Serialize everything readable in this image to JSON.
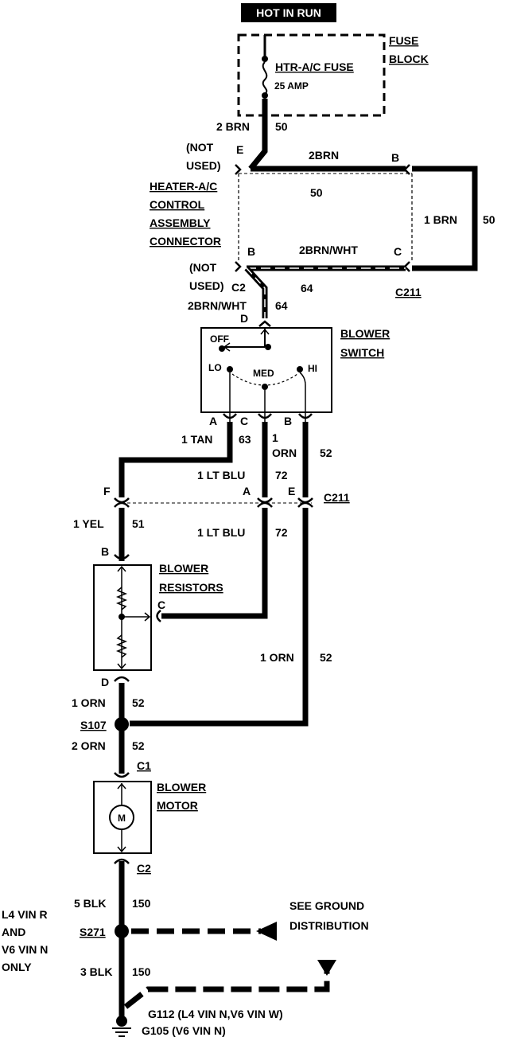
{
  "header": {
    "hot_in_run": "HOT IN RUN"
  },
  "fuse_block": {
    "title_line1": "FUSE",
    "title_line2": "BLOCK",
    "fuse_name": "HTR-A/C FUSE",
    "fuse_rating": "25 AMP"
  },
  "wire_fuse_out": {
    "size_color": "2 BRN",
    "circuit": "50"
  },
  "control_assembly": {
    "title": [
      "HEATER-A/C",
      "CONTROL",
      "ASSEMBLY",
      "CONNECTOR"
    ],
    "not_used_1": [
      "(NOT",
      "USED)"
    ],
    "not_used_2": [
      "(NOT",
      "USED)"
    ],
    "pin_e": "E",
    "pin_b_left": "B",
    "pin_b_right": "B",
    "pin_c": "C",
    "c2": "C2",
    "c211": "C211",
    "top_wire": "2BRN",
    "top_circuit": "50",
    "bottom_wire": "2BRN/WHT",
    "bottom_circuit": "64",
    "loop_wire": "1 BRN",
    "loop_circuit": "50"
  },
  "switch_feed": {
    "wire": "2BRN/WHT",
    "circuit": "64",
    "pin_d": "D"
  },
  "blower_switch": {
    "title_line1": "BLOWER",
    "title_line2": "SWITCH",
    "off": "OFF",
    "lo": "LO",
    "med": "MED",
    "hi": "HI",
    "pin_a": "A",
    "pin_c": "C",
    "pin_b": "B"
  },
  "switch_outputs": {
    "tan_wire": "1 TAN",
    "tan_circuit": "63",
    "orn_wire_1": "1",
    "orn_wire_2": "ORN",
    "orn_circuit": "52",
    "ltblu_wire": "1 LT BLU",
    "ltblu_circuit": "72"
  },
  "c211_lower": {
    "pin_f": "F",
    "pin_a": "A",
    "pin_e": "E",
    "label": "C211"
  },
  "resistor_feed": {
    "yel_wire": "1 YEL",
    "yel_circuit": "51",
    "ltblu_wire": "1 LT BLU",
    "ltblu_circuit": "72"
  },
  "blower_resistors": {
    "title_line1": "BLOWER",
    "title_line2": "RESISTORS",
    "pin_b": "B",
    "pin_c": "C",
    "pin_d": "D"
  },
  "orn_run": {
    "wire": "1 ORN",
    "circuit": "52"
  },
  "resistor_out": {
    "wire": "1 ORN",
    "circuit": "52"
  },
  "splice_s107": {
    "label": "S107",
    "wire_out": "2 ORN",
    "circuit_out": "52"
  },
  "blower_motor": {
    "title_line1": "BLOWER",
    "title_line2": "MOTOR",
    "c1": "C1",
    "c2": "C2",
    "motor_symbol": "M"
  },
  "ground_section": {
    "blk5_wire": "5 BLK",
    "blk5_circuit": "150",
    "splice": "S271",
    "note": [
      "L4 VIN R",
      "AND",
      "V6 VIN N",
      "ONLY"
    ],
    "see_ground": [
      "SEE GROUND",
      "DISTRIBUTION"
    ],
    "blk3_wire": "3 BLK",
    "blk3_circuit": "150",
    "g112": "G112 (L4 VIN N,V6 VIN W)",
    "g105": "G105 (V6 VIN N)"
  }
}
